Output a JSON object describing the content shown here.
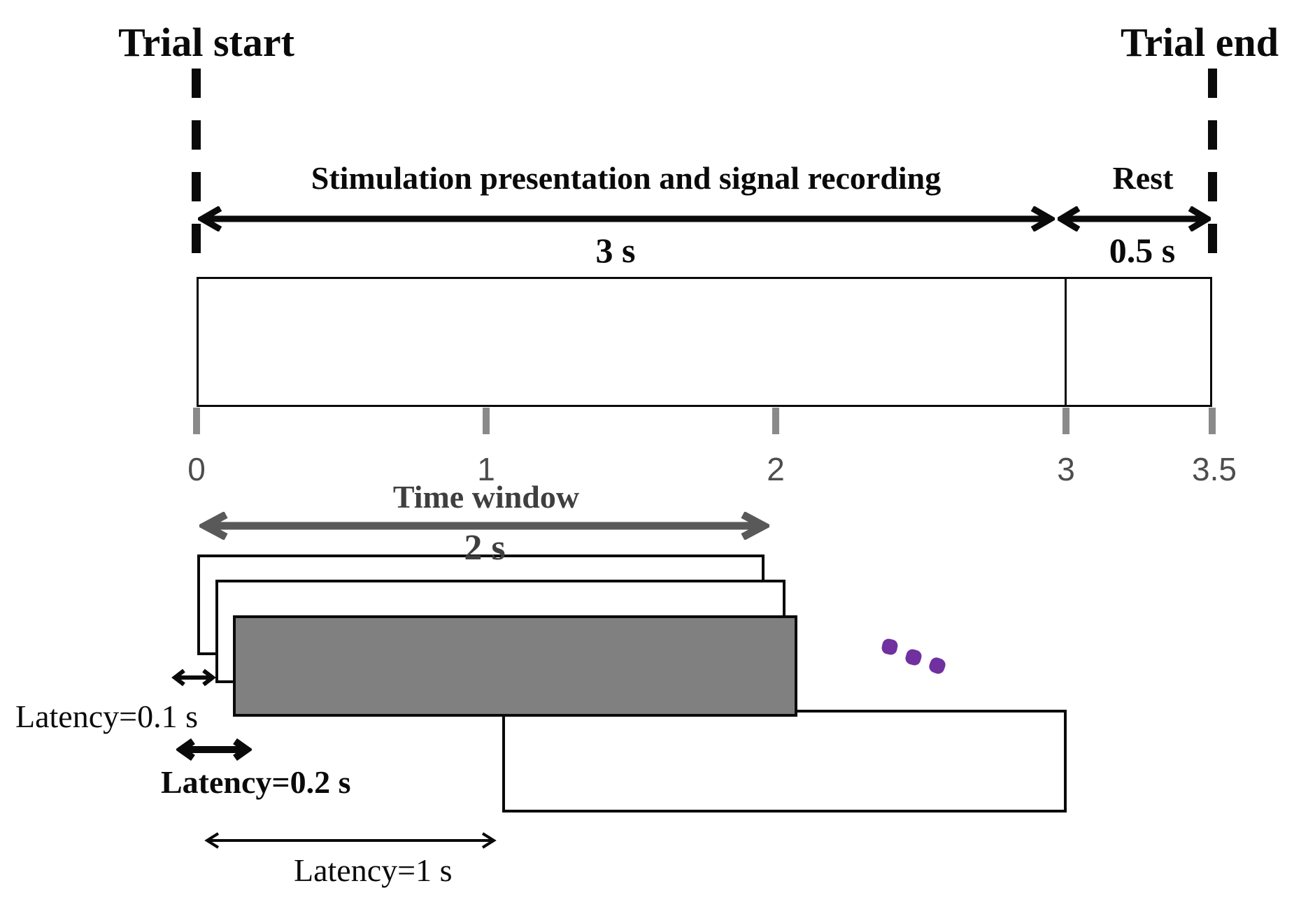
{
  "header": {
    "trial_start": "Trial start",
    "trial_end": "Trial end",
    "stimulation_label": "Stimulation presentation and signal recording",
    "stimulation_duration": "3 s",
    "rest_label": "Rest",
    "rest_duration": "0.5 s"
  },
  "timeline": {
    "total_seconds": 3.5,
    "stimulation_seconds": 3,
    "rest_seconds": 0.5,
    "axis_ticks": [
      "0",
      "1",
      "2",
      "3",
      "3.5"
    ]
  },
  "sliding_window": {
    "label": "Time window",
    "duration": "2 s",
    "latency_small_label": "Latency=0.1 s",
    "latency_bold_label": "Latency=0.2 s",
    "latency_large_label": "Latency=1 s",
    "window_count_shown": 4,
    "ellipsis_dots": 3
  },
  "colors": {
    "black": "#0a0a0a",
    "gray_fill": "#808080",
    "gray_arrow": "#595959",
    "axis_tick_gray": "#8a8a8a",
    "tick_label_gray": "#4d4d4d",
    "gray_text": "#3f3f3f",
    "purple_dot": "#7030A0"
  }
}
